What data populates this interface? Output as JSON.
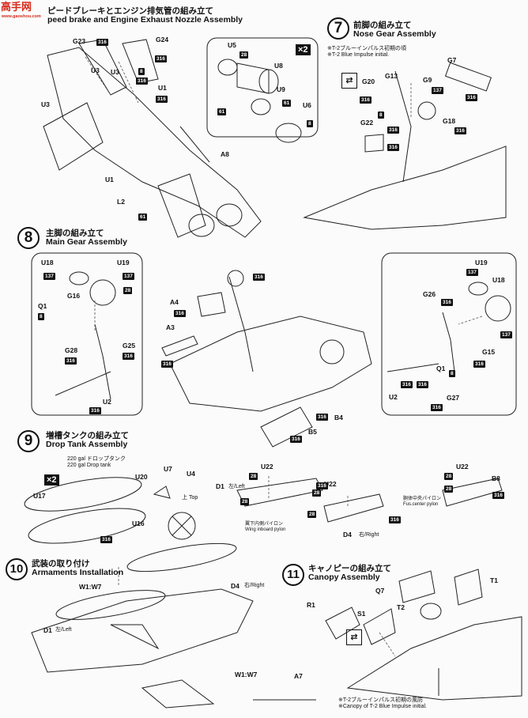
{
  "watermark": {
    "logo_text": "高手网",
    "url": "www.gaoshou.com"
  },
  "sections": {
    "s6": {
      "jp": "ピードブレーキとエンジン排気管の組み立て",
      "en": "peed brake and Engine Exhaust Nozzle Assembly"
    },
    "s7": {
      "num": "7",
      "jp": "前脚の組み立て",
      "en": "Nose Gear Assembly",
      "note_jp": "※T-2ブルーインパルス初期の頃",
      "note_en": "※T-2 Blue Impulse initial."
    },
    "s8": {
      "num": "8",
      "jp": "主脚の組み立て",
      "en": "Main Gear Assembly"
    },
    "s9": {
      "num": "9",
      "jp": "増槽タンクの組み立て",
      "en": "Drop Tank Assembly",
      "tank_jp": "220 gal ドロップタンク",
      "tank_en": "220 gal Drop tank"
    },
    "s10": {
      "num": "10",
      "jp": "武装の取り付け",
      "en": "Armaments Installation"
    },
    "s11": {
      "num": "11",
      "jp": "キャノピーの組み立て",
      "en": "Canopy Assembly",
      "note_jp": "※T-2ブルーインパルス初期の風防",
      "note_en": "※Canopy of T-2 Blue Impulse initial."
    }
  },
  "multipliers": {
    "x2a": "×2",
    "x2b": "×2"
  },
  "labels": {
    "s6": [
      "G23",
      "G24",
      "U3",
      "U3",
      "U1",
      "U3",
      "U1",
      "A8",
      "L2",
      "U5",
      "U8",
      "U9",
      "U6"
    ],
    "s7": [
      "G20",
      "G13",
      "G9",
      "G7",
      "G22",
      "G18"
    ],
    "s8": [
      "U18",
      "U19",
      "G16",
      "Q1",
      "G28",
      "G25",
      "U2",
      "A4",
      "A3",
      "B4",
      "B5",
      "U19",
      "U18",
      "G26",
      "G15",
      "Q1",
      "U2",
      "G27"
    ],
    "s9": [
      "U7",
      "U4",
      "U20",
      "U17",
      "U16",
      "D1",
      "U22",
      "U22",
      "D4",
      "U22",
      "B8"
    ],
    "s10": [
      "W1:W7",
      "D4",
      "D1",
      "W1:W7",
      "A7"
    ],
    "s11": [
      "R1",
      "S1",
      "Q7",
      "T2",
      "T1"
    ]
  },
  "badges": {
    "s6": [
      "316",
      "316",
      "8",
      "316",
      "316",
      "61",
      "28",
      "61",
      "8",
      "61"
    ],
    "s7": [
      "316",
      "8",
      "137",
      "316",
      "316",
      "316",
      "316"
    ],
    "s8": [
      "137",
      "137",
      "28",
      "8",
      "316",
      "316",
      "316",
      "316",
      "316",
      "316",
      "316",
      "316",
      "137",
      "316",
      "137",
      "8",
      "316",
      "316",
      "316",
      "316"
    ],
    "s9": [
      "316",
      "28",
      "28",
      "28",
      "28",
      "316",
      "316",
      "28",
      "28",
      "316"
    ],
    "s10": []
  },
  "pylon_labels": {
    "d1": "左/Left",
    "wing_jp": "翼下内側パイロン",
    "wing_en": "Wing inboard pylon",
    "d4": "右/Right",
    "fus_jp": "胴体中央パイロン",
    "fus_en": "Fus.center pylon",
    "top": "上 Top",
    "d4b": "右/Right",
    "d1b": "左/Left"
  },
  "colors": {
    "ink": "#111111",
    "paper": "#fbfbfb",
    "logo": "#d42a1b"
  }
}
